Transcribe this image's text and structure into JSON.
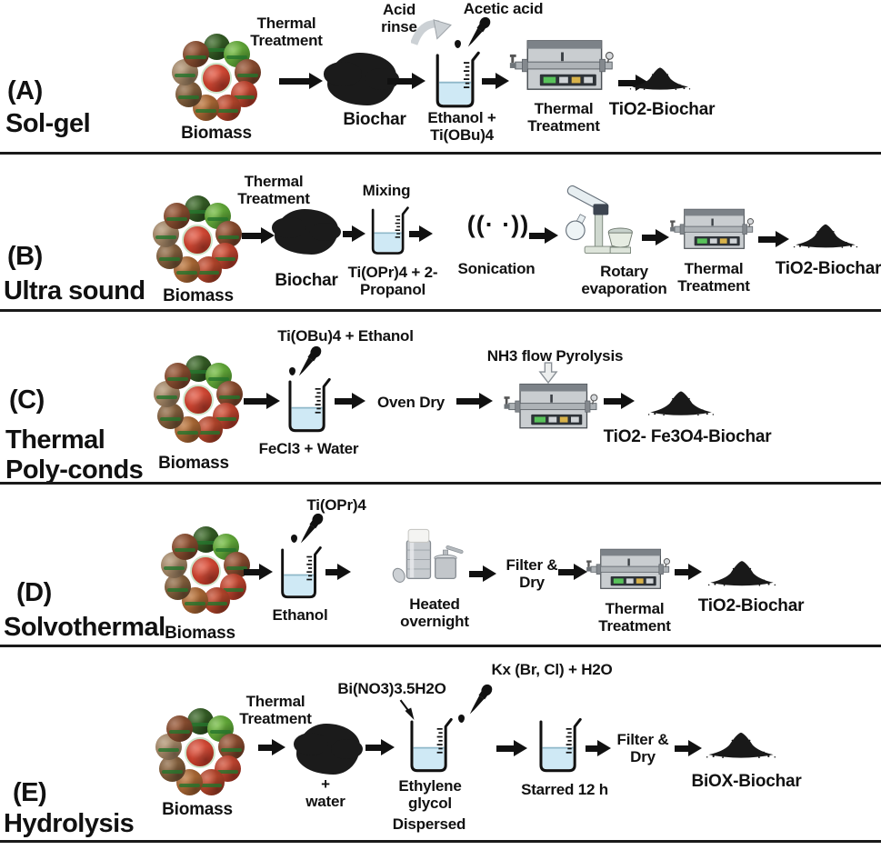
{
  "figure": {
    "rows": [
      {
        "letter": "(A)",
        "method": "Sol-gel",
        "biomass": "Biomass",
        "thermal": "Thermal Treatment",
        "biochar": "Biochar",
        "acid_rinse": "Acid rinse",
        "acetic_acid": "Acetic acid",
        "beaker": "Ethanol + Ti(OBu)4",
        "furnace": "Thermal Treatment",
        "product": "TiO2-Biochar"
      },
      {
        "letter": "(B)",
        "method": "Ultra sound",
        "biomass": "Biomass",
        "thermal": "Thermal Treatment",
        "biochar": "Biochar",
        "mixing": "Mixing",
        "beaker": "Ti(OPr)4 + 2-Propanol",
        "sonication": "Sonication",
        "sonication_glyph": "((· ·))",
        "rotary": "Rotary evaporation",
        "furnace": "Thermal Treatment",
        "product": "TiO2-Biochar"
      },
      {
        "letter": "(C)",
        "method": "Thermal Poly-conds",
        "biomass": "Biomass",
        "dropper": "Ti(OBu)4 + Ethanol",
        "beaker": "FeCl3 + Water",
        "oven_dry": "Oven Dry",
        "nh3": "NH3 flow Pyrolysis",
        "product": "TiO2- Fe3O4-Biochar"
      },
      {
        "letter": "(D)",
        "method": "Solvothermal",
        "biomass": "Biomass",
        "dropper": "Ti(OPr)4",
        "beaker": "Ethanol",
        "heated": "Heated overnight",
        "filter_dry": "Filter & Dry",
        "furnace": "Thermal Treatment",
        "product": "TiO2-Biochar"
      },
      {
        "letter": "(E)",
        "method": "Hydrolysis",
        "biomass": "Biomass",
        "thermal": "Thermal Treatment",
        "plus_water": "+ water",
        "bi": "Bi(NO3)3.5H2O",
        "kx": "Kx (Br, Cl) + H2O",
        "beaker1": "Ethylene glycol",
        "dispersed": "Dispersed",
        "beaker2": "Starred 12 h",
        "filter_dry": "Filter & Dry",
        "product": "BiOX-Biochar"
      }
    ],
    "colors": {
      "text": "#111111",
      "separator": "#1a1a1a",
      "arrow": "#111111",
      "beaker_liquid": "#cfe9f5",
      "furnace_body": "#c9cdd0",
      "product_black": "#191919",
      "acid_rinse_arrow": "#ccd1d5"
    }
  }
}
